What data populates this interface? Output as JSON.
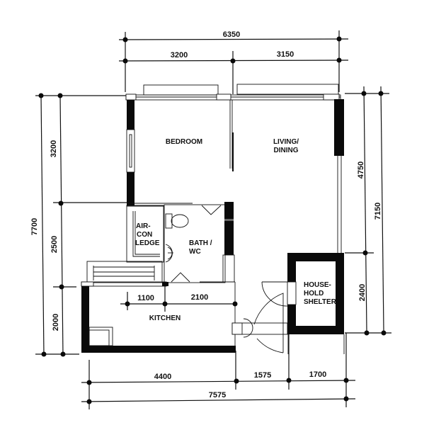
{
  "plan": {
    "rooms": {
      "bedroom": "BEDROOM",
      "living_line1": "LIVING/",
      "living_line2": "DINING",
      "aircon_line1": "AIR-",
      "aircon_line2": "CON",
      "aircon_line3": "LEDGE",
      "bath_line1": "BATH /",
      "bath_line2": "WC",
      "kitchen": "KITCHEN",
      "shelter_line1": "HOUSE-",
      "shelter_line2": "HOLD",
      "shelter_line3": "SHELTER"
    },
    "dimensions": {
      "top_total": "6350",
      "top_left": "3200",
      "top_right": "3150",
      "left_total": "7700",
      "left_top": "3200",
      "left_mid": "2500",
      "left_bottom": "2000",
      "right_total": "7150",
      "right_top": "4750",
      "right_bottom": "2400",
      "kitchen_left": "1100",
      "kitchen_right": "2100",
      "bottom_left": "4400",
      "bottom_mid": "1575",
      "bottom_right": "1700",
      "bottom_total": "7575"
    },
    "colors": {
      "wall": "#0a0a0a",
      "line": "#111111",
      "background": "#ffffff"
    }
  }
}
